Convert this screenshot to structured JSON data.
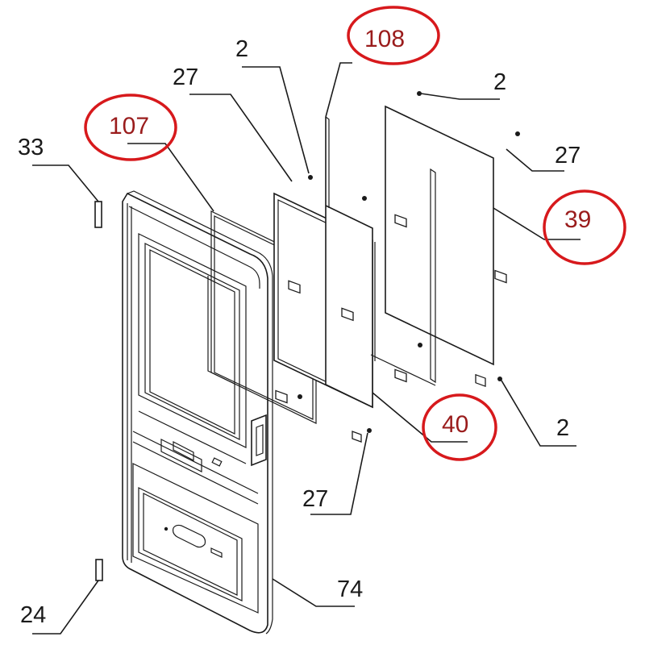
{
  "diagram": {
    "callouts": [
      {
        "id": "c108",
        "text": "108",
        "highlighted": true
      },
      {
        "id": "c2a",
        "text": "2",
        "highlighted": false
      },
      {
        "id": "c27a",
        "text": "27",
        "highlighted": false
      },
      {
        "id": "c2b",
        "text": "2",
        "highlighted": false
      },
      {
        "id": "c107",
        "text": "107",
        "highlighted": true
      },
      {
        "id": "c33",
        "text": "33",
        "highlighted": false
      },
      {
        "id": "c27b",
        "text": "27",
        "highlighted": false
      },
      {
        "id": "c39",
        "text": "39",
        "highlighted": true
      },
      {
        "id": "c40",
        "text": "40",
        "highlighted": true
      },
      {
        "id": "c2c",
        "text": "2",
        "highlighted": false
      },
      {
        "id": "c27c",
        "text": "27",
        "highlighted": false
      },
      {
        "id": "c74",
        "text": "74",
        "highlighted": false
      },
      {
        "id": "c24",
        "text": "24",
        "highlighted": false
      }
    ],
    "colors": {
      "highlight_ring": "#d7191c",
      "highlight_text": "#9a1c1c",
      "line": "#1a1a1a",
      "background": "#ffffff"
    }
  }
}
